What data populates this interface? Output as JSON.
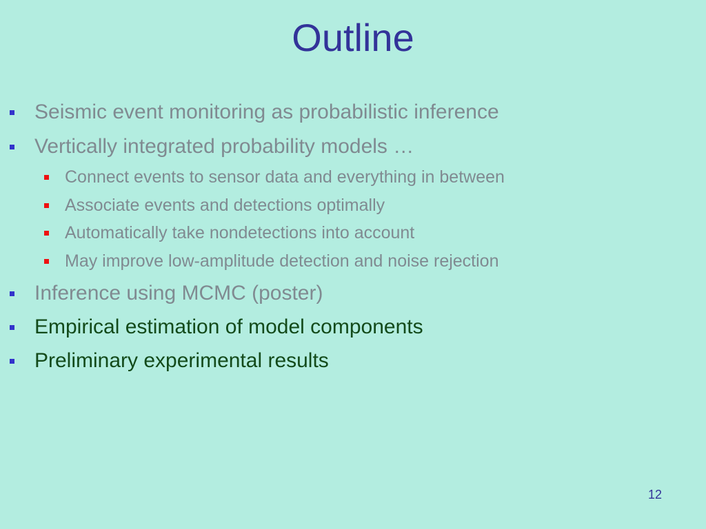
{
  "slide": {
    "title": "Outline",
    "page_number": "12",
    "outline": [
      "Seismic event monitoring as probabilistic inference",
      "Vertically integrated probability models …",
      "Connect events to sensor data and everything in between",
      "Associate events and detections optimally",
      "Automatically take nondetections into account",
      "May improve low-amplitude detection and noise rejection",
      "Inference using MCMC (poster)",
      "Empirical estimation of model components",
      "Preliminary experimental results"
    ],
    "colors": {
      "background": "#b3ede0",
      "title": "#333399",
      "dimmed_text": "#808a91",
      "active_text": "#134a1a",
      "level1_bullet": "#3333cc",
      "level2_bullet": "#ee1111"
    }
  }
}
